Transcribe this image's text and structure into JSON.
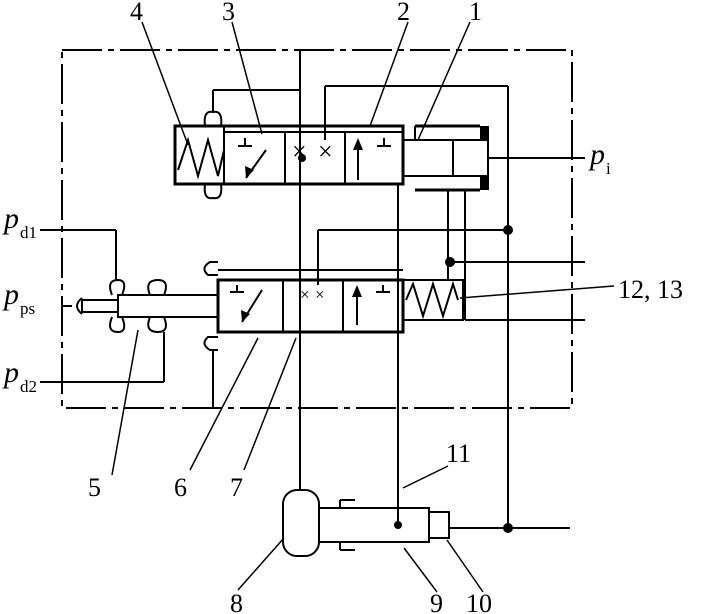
{
  "callouts": {
    "c1": "1",
    "c2": "2",
    "c3": "3",
    "c4": "4",
    "c5": "5",
    "c6": "6",
    "c7": "7",
    "c8": "8",
    "c9": "9",
    "c10": "10",
    "c11": "11",
    "c12_13": "12, 13"
  },
  "ports": {
    "pd1": {
      "main": "p",
      "sub": "d1"
    },
    "pps": {
      "main": "p",
      "sub": "ps"
    },
    "pd2": {
      "main": "p",
      "sub": "d2"
    },
    "pi": {
      "main": "p",
      "sub": "i"
    }
  },
  "colors": {
    "stroke": "#000000",
    "background": "#ffffff"
  }
}
